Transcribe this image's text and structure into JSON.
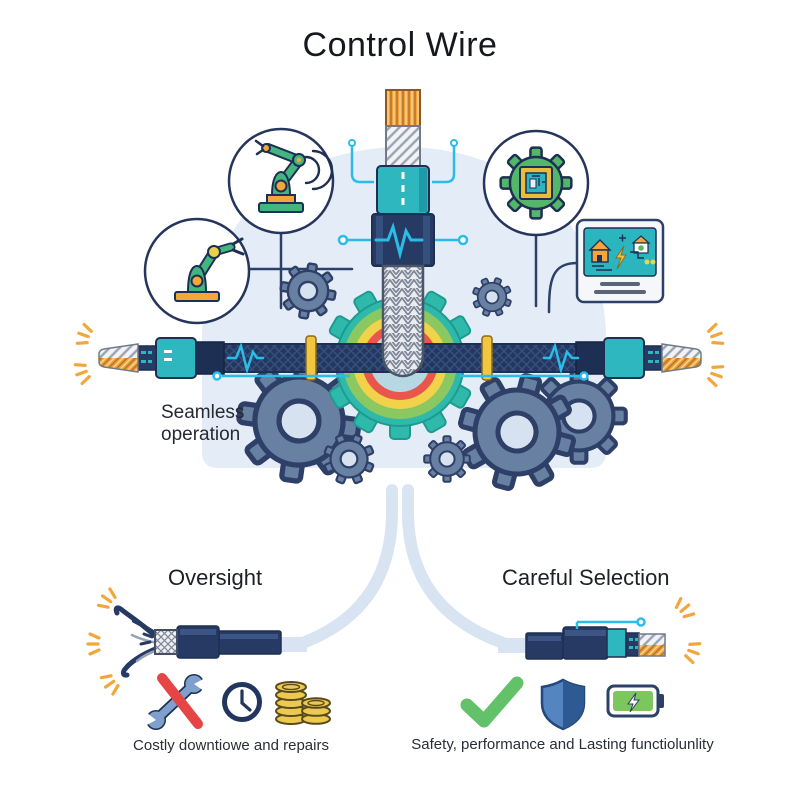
{
  "title": "Control Wire",
  "hub": {
    "label": "Seamless operation",
    "icons": [
      "robot-arm-icon",
      "robot-arm-icon",
      "chip-gear-icon",
      "smart-home-monitor-icon",
      "control-cable-icon",
      "gear-icon",
      "rainbow-core-gear-icon",
      "signal-pulse-icon"
    ]
  },
  "branches": {
    "left": {
      "title": "Oversight",
      "caption": "Costly downtiowe and repairs",
      "icons": [
        "frayed-cable-icon",
        "broken-wrench-icon",
        "clock-icon",
        "coins-icon"
      ]
    },
    "right": {
      "title": "Careful Selection",
      "caption": "Safety, performance and Lasting functiolunlity",
      "icons": [
        "intact-cable-icon",
        "checkmark-icon",
        "shield-icon",
        "battery-icon"
      ]
    }
  },
  "colors": {
    "navy": "#273a63",
    "teal": "#2fb7c0",
    "cyan": "#29bde8",
    "dome": "#e4ecf8",
    "branch": "#d9e4f3",
    "gear": "#6880a2",
    "green": "#43b581",
    "orange": "#f2a63c",
    "success": "#62c169",
    "danger": "#e64545",
    "gold": "#ecca52",
    "rainbow": [
      "#8bc862",
      "#f3d24b",
      "#e8564c",
      "#b5d8e2"
    ]
  }
}
